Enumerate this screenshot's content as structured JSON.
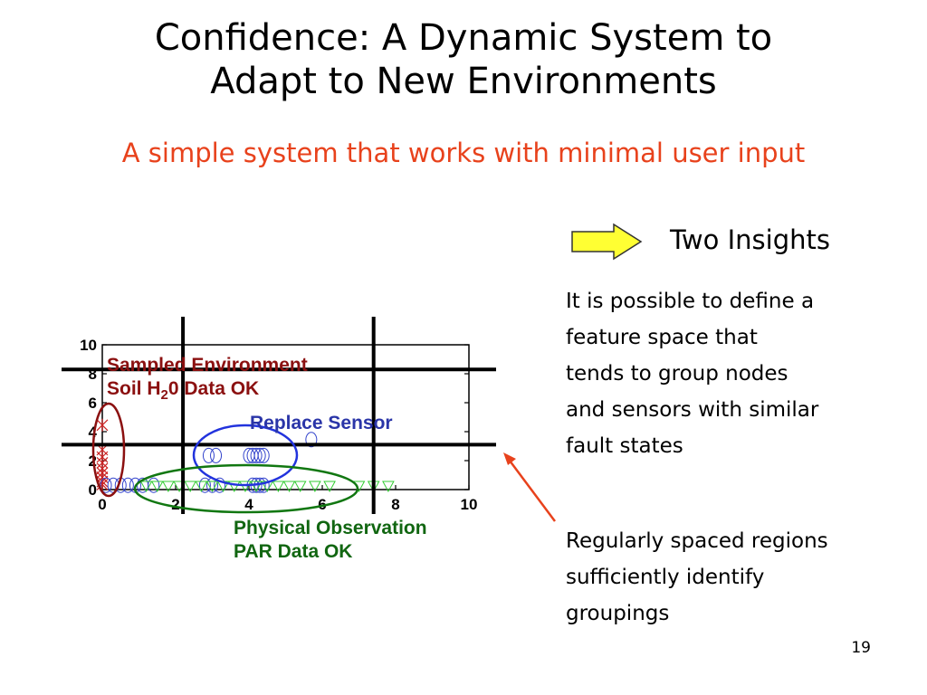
{
  "slide": {
    "title_line1": "Confidence: A Dynamic System to",
    "title_line2": "Adapt to New Environments",
    "subtitle": "A simple system that works with minimal user input",
    "insights_label": "Two Insights",
    "insight1": [
      "It is possible to define a",
      "feature space that",
      "tends to group nodes",
      "and sensors with similar",
      "fault states"
    ],
    "insight2": [
      "Regularly spaced regions",
      "sufficiently identify",
      "groupings"
    ],
    "page_number": "19"
  },
  "plot": {
    "label_env_line1": "Sampled Environment",
    "label_env_soil": "Soil H",
    "label_env_sub": "2",
    "label_env_rest": "0 Data OK",
    "label_replace": "Replace Sensor",
    "label_phys_line1": "Physical Observation",
    "label_phys_line2": "PAR Data OK"
  },
  "colors": {
    "title": "#000000",
    "subtitle": "#e8421c",
    "arrow_fill": "#ffff33",
    "env": "#8b1010",
    "replace": "#2a35a8",
    "phys": "#116611",
    "pointer": "#e8421c"
  },
  "chart_data": {
    "type": "scatter",
    "title": "",
    "xlabel": "",
    "ylabel": "",
    "xlim": [
      0,
      10
    ],
    "ylim": [
      0,
      10
    ],
    "x_ticks": [
      "0",
      "2",
      "4",
      "6",
      "8",
      "10"
    ],
    "y_ticks": [
      "0",
      "2",
      "4",
      "6",
      "8",
      "10"
    ],
    "grid": false,
    "region_lines_x": [
      2.2,
      7.4
    ],
    "region_lines_y": [
      3.1,
      8.3
    ],
    "series": [
      {
        "marker": "x",
        "color": "#cc2222",
        "points": [
          [
            0,
            4.2
          ],
          [
            0,
            2.5
          ],
          [
            0,
            2.0
          ],
          [
            0,
            1.6
          ],
          [
            0,
            1.2
          ],
          [
            0,
            0.9
          ],
          [
            0,
            0.6
          ],
          [
            0,
            0.3
          ],
          [
            0,
            0.1
          ]
        ]
      },
      {
        "marker": "circle",
        "color": "#3344cc",
        "points": [
          [
            0.1,
            0.05
          ],
          [
            0.3,
            0.05
          ],
          [
            0.5,
            0.05
          ],
          [
            0.7,
            0.05
          ],
          [
            0.9,
            0.05
          ],
          [
            1.1,
            0.05
          ],
          [
            1.4,
            0.05
          ],
          [
            2.8,
            0.05
          ],
          [
            3.0,
            0.05
          ],
          [
            3.2,
            0.05
          ],
          [
            4.1,
            0.05
          ],
          [
            4.2,
            0.05
          ],
          [
            4.3,
            0.05
          ],
          [
            4.4,
            0.05
          ],
          [
            2.9,
            2.1
          ],
          [
            3.1,
            2.1
          ],
          [
            4.0,
            2.1
          ],
          [
            4.1,
            2.1
          ],
          [
            4.2,
            2.1
          ],
          [
            4.3,
            2.1
          ],
          [
            4.4,
            2.1
          ],
          [
            5.7,
            3.2
          ]
        ]
      },
      {
        "marker": "triangle-down",
        "color": "#33cc33",
        "points": [
          [
            1.2,
            0.0
          ],
          [
            1.5,
            0.0
          ],
          [
            1.8,
            0.0
          ],
          [
            2.1,
            0.0
          ],
          [
            2.4,
            0.0
          ],
          [
            2.7,
            0.0
          ],
          [
            3.0,
            0.0
          ],
          [
            3.3,
            0.0
          ],
          [
            3.6,
            0.0
          ],
          [
            3.9,
            0.0
          ],
          [
            4.2,
            0.0
          ],
          [
            4.5,
            0.0
          ],
          [
            4.8,
            0.0
          ],
          [
            5.1,
            0.0
          ],
          [
            5.4,
            0.0
          ],
          [
            5.8,
            0.0
          ],
          [
            6.2,
            0.0
          ],
          [
            7.0,
            0.0
          ],
          [
            7.4,
            0.0
          ],
          [
            7.8,
            0.0
          ]
        ]
      }
    ]
  }
}
